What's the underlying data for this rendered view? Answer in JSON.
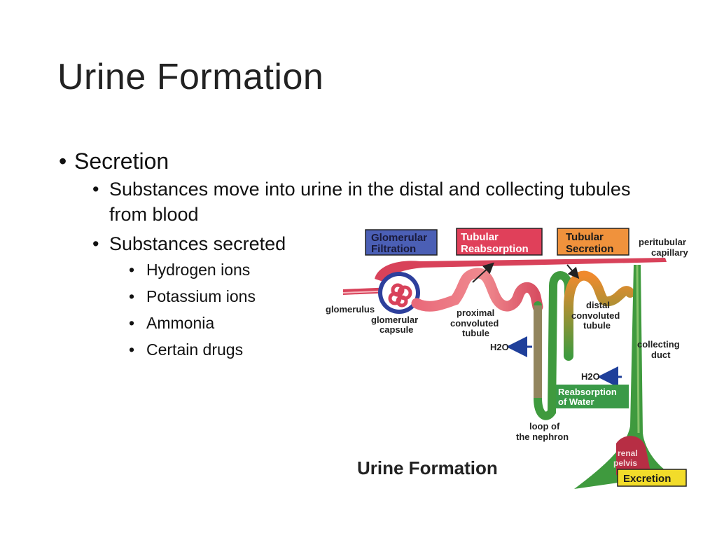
{
  "slide": {
    "title": "Urine Formation",
    "bullet_l1": "Secretion",
    "bullet_l2_a": "Substances move into urine in the distal and collecting tubules from blood",
    "bullet_l2_b": "Substances secreted",
    "bullet_l3": [
      "Hydrogen ions",
      "Potassium ions",
      "Ammonia",
      "Certain drugs"
    ]
  },
  "diagram": {
    "boxes": {
      "glomerular_line1": "Glomerular",
      "glomerular_line2": "Filtration",
      "reabs_line1": "Tubular",
      "reabs_line2": "Reabsorption",
      "secr_line1": "Tubular",
      "secr_line2": "Secretion",
      "water_line1": "Reabsorption",
      "water_line2": "of Water",
      "excretion": "Excretion"
    },
    "labels": {
      "peritubular_1": "peritubular",
      "peritubular_2": "capillary",
      "glomerulus": "glomerulus",
      "capsule_1": "glomerular",
      "capsule_2": "capsule",
      "proximal_1": "proximal",
      "proximal_2": "convoluted",
      "proximal_3": "tubule",
      "distal_1": "distal",
      "distal_2": "convoluted",
      "distal_3": "tubule",
      "collecting_1": "collecting",
      "collecting_2": "duct",
      "loop_1": "loop of",
      "loop_2": "the nephron",
      "pelvis_1": "renal",
      "pelvis_2": "pelvis",
      "h2o_1": "H2O",
      "h2o_2": "H2O"
    },
    "caption": "Urine Formation",
    "colors": {
      "glomerular_box": "#4b5fb5",
      "reabsorption_box": "#e0405a",
      "secretion_box": "#f0923c",
      "water_box": "#3a9a48",
      "excretion_box": "#f2dc2a",
      "vessel": "#d8425a",
      "tubule_green": "#3f9a3e"
    }
  }
}
